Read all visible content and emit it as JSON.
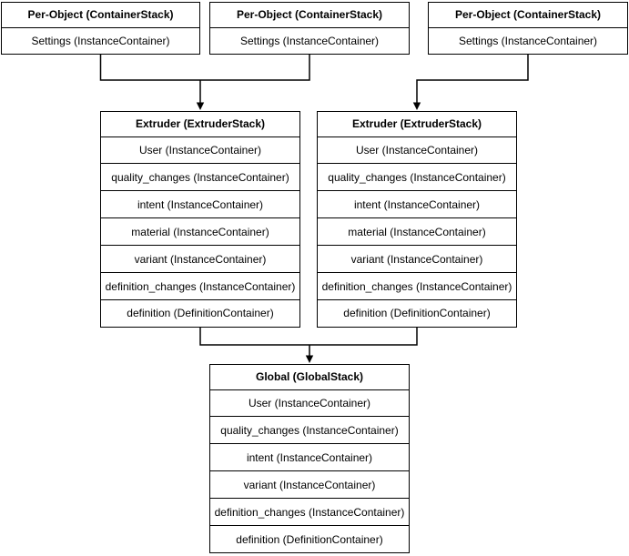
{
  "diagram": {
    "background_color": "#ffffff",
    "line_color": "#000000",
    "text_color": "#000000"
  },
  "nodes": {
    "per_object_1": {
      "title": "Per-Object (ContainerStack)",
      "rows": [
        "Settings (InstanceContainer)"
      ]
    },
    "per_object_2": {
      "title": "Per-Object (ContainerStack)",
      "rows": [
        "Settings (InstanceContainer)"
      ]
    },
    "per_object_3": {
      "title": "Per-Object (ContainerStack)",
      "rows": [
        "Settings (InstanceContainer)"
      ]
    },
    "extruder_1": {
      "title": "Extruder (ExtruderStack)",
      "rows": [
        "User (InstanceContainer)",
        "quality_changes (InstanceContainer)",
        "intent (InstanceContainer)",
        "material (InstanceContainer)",
        "variant (InstanceContainer)",
        "definition_changes (InstanceContainer)",
        "definition (DefinitionContainer)"
      ]
    },
    "extruder_2": {
      "title": "Extruder (ExtruderStack)",
      "rows": [
        "User (InstanceContainer)",
        "quality_changes (InstanceContainer)",
        "intent (InstanceContainer)",
        "material (InstanceContainer)",
        "variant (InstanceContainer)",
        "definition_changes (InstanceContainer)",
        "definition (DefinitionContainer)"
      ]
    },
    "global_stack": {
      "title": "Global (GlobalStack)",
      "rows": [
        "User (InstanceContainer)",
        "quality_changes (InstanceContainer)",
        "intent (InstanceContainer)",
        "variant (InstanceContainer)",
        "definition_changes (InstanceContainer)",
        "definition (DefinitionContainer)"
      ]
    }
  }
}
